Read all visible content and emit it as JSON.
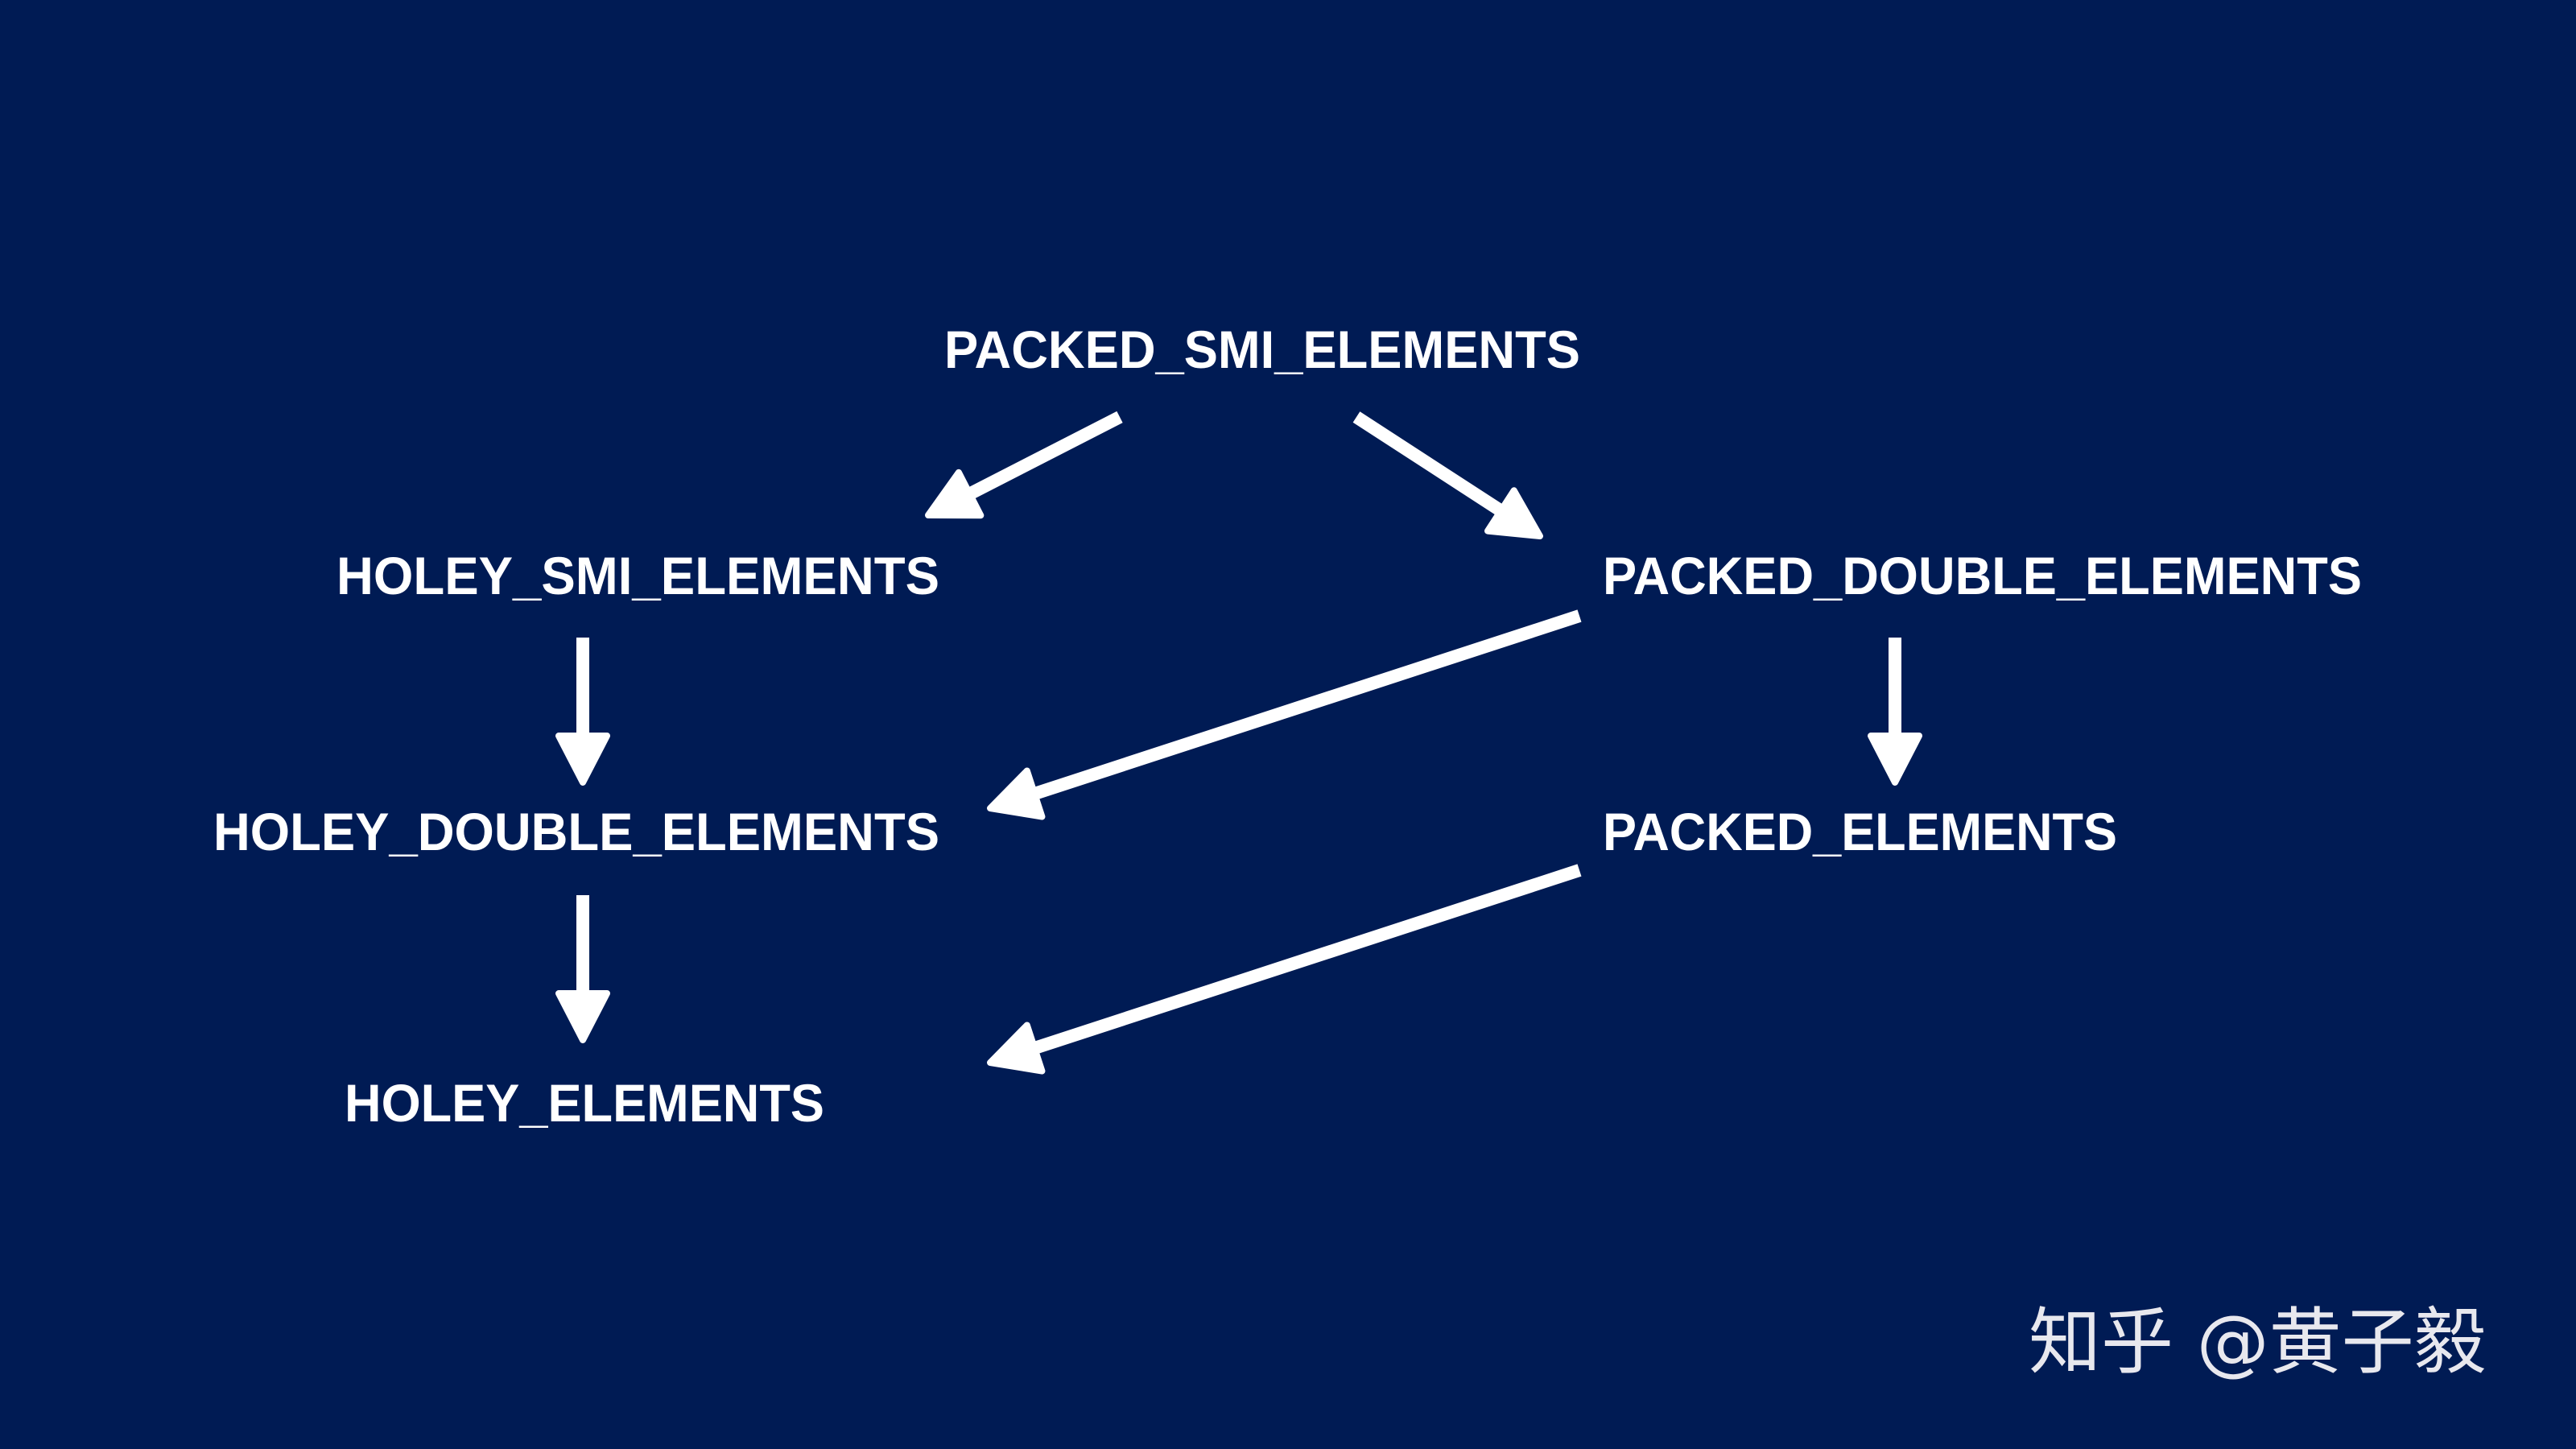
{
  "diagram": {
    "nodes": {
      "packed_smi": "PACKED_SMI_ELEMENTS",
      "holey_smi": "HOLEY_SMI_ELEMENTS",
      "packed_double": "PACKED_DOUBLE_ELEMENTS",
      "holey_double": "HOLEY_DOUBLE_ELEMENTS",
      "packed": "PACKED_ELEMENTS",
      "holey": "HOLEY_ELEMENTS"
    },
    "edges": [
      {
        "from": "PACKED_SMI_ELEMENTS",
        "to": "HOLEY_SMI_ELEMENTS"
      },
      {
        "from": "PACKED_SMI_ELEMENTS",
        "to": "PACKED_DOUBLE_ELEMENTS"
      },
      {
        "from": "HOLEY_SMI_ELEMENTS",
        "to": "HOLEY_DOUBLE_ELEMENTS"
      },
      {
        "from": "PACKED_DOUBLE_ELEMENTS",
        "to": "HOLEY_DOUBLE_ELEMENTS"
      },
      {
        "from": "PACKED_DOUBLE_ELEMENTS",
        "to": "PACKED_ELEMENTS"
      },
      {
        "from": "HOLEY_DOUBLE_ELEMENTS",
        "to": "HOLEY_ELEMENTS"
      },
      {
        "from": "PACKED_ELEMENTS",
        "to": "HOLEY_ELEMENTS"
      }
    ]
  },
  "watermark": "知乎 @黄子毅",
  "colors": {
    "background": "#001b54",
    "foreground": "#ffffff"
  }
}
